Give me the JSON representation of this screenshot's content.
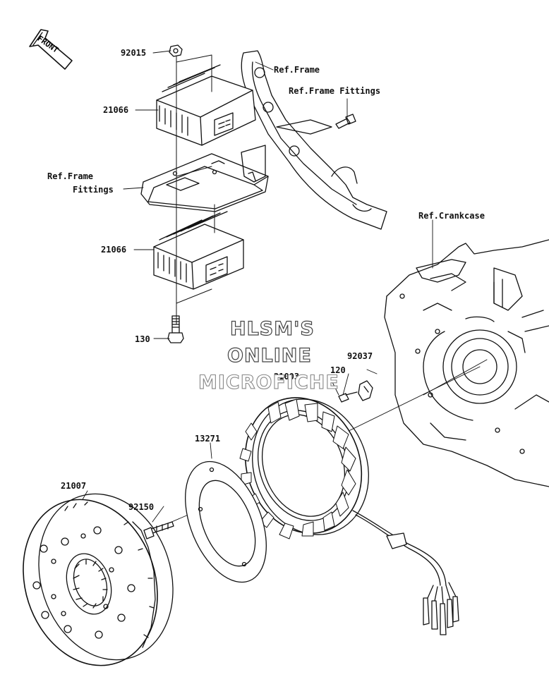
{
  "front_arrow": {
    "label": "FRONT",
    "icon": "front-arrow-icon"
  },
  "labels": {
    "p92015": "92015",
    "p21066_top": "21066",
    "ref_frame": "Ref.Frame",
    "ref_frame_fittings_right": "Ref.Frame Fittings",
    "ref_frame_fittings_left_1": "Ref.Frame",
    "ref_frame_fittings_left_2": "Fittings",
    "ref_crankcase": "Ref.Crankcase",
    "p21066_bottom": "21066",
    "p130": "130",
    "p92037": "92037",
    "p21003": "21003",
    "p120": "120",
    "p13271": "13271",
    "p21007": "21007",
    "p92150": "92150"
  },
  "watermark": {
    "line1": "HLSM'S",
    "line2": "ONLINE",
    "line3": "MICROFICHE"
  },
  "colors": {
    "line": "#111111",
    "background": "#ffffff"
  }
}
